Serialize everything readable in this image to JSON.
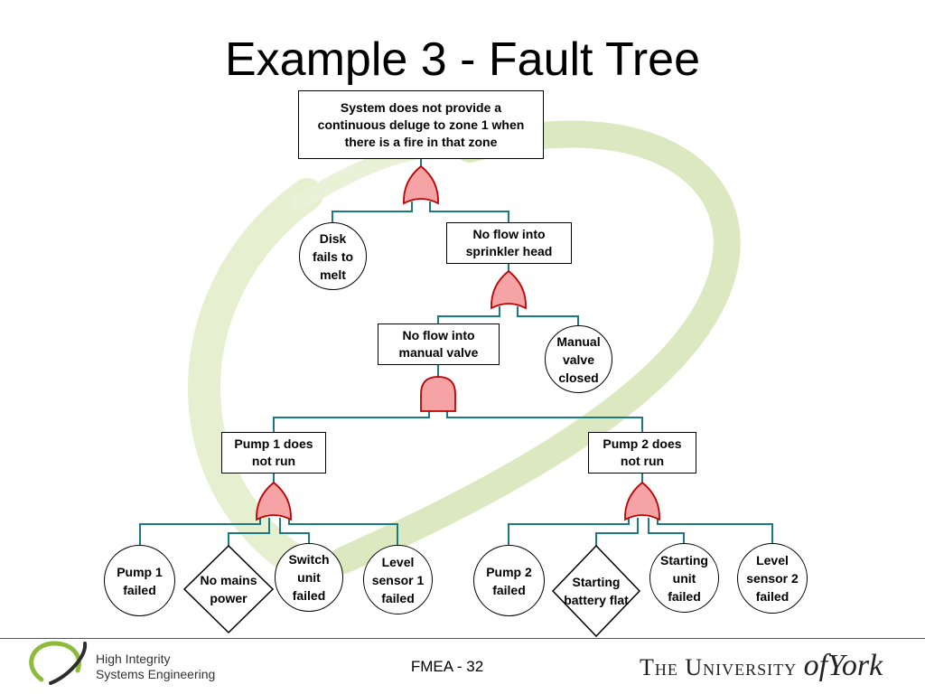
{
  "title": "Example 3 - Fault Tree",
  "nodes": {
    "top": "System does not provide a continuous deluge to zone 1 when there is a fire in that zone",
    "disk": "Disk fails to melt",
    "no_flow_head": "No flow into sprinkler head",
    "no_flow_valve": "No flow into manual valve",
    "valve_closed": "Manual valve closed",
    "pump1_not_run": "Pump 1 does not run",
    "pump2_not_run": "Pump 2 does not run",
    "pump1_failed": "Pump 1 failed",
    "no_mains": "No mains power",
    "switch_failed": "Switch unit failed",
    "level1_failed": "Level sensor 1 failed",
    "pump2_failed": "Pump 2 failed",
    "battery_flat": "Starting battery flat",
    "starting_failed": "Starting unit failed",
    "level2_failed": "Level sensor 2 failed"
  },
  "gates": {
    "g1": "or",
    "g2": "or",
    "g3": "and",
    "g4": "or",
    "g5": "or"
  },
  "colors": {
    "gate_fill": "#f6a3a5",
    "gate_stroke": "#c00000",
    "connector": "#1c7b80",
    "watermark": "#d6e6b4"
  },
  "footer": {
    "page": "FMEA - 32",
    "logo_line1": "High Integrity",
    "logo_line2": "Systems Engineering",
    "university_prefix": "The University",
    "university_of": "of",
    "university_name": "York"
  }
}
